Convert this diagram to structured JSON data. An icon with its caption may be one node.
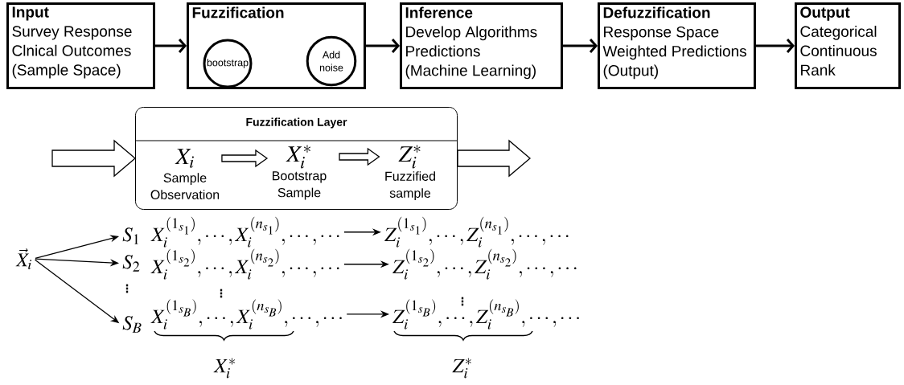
{
  "diagram": {
    "nodes": [
      {
        "text": [
          "Input",
          "Survey Response Clnical Outcomes (Sample Space)"
        ]
      },
      {
        "text": [
          "Fuzzification"
        ]
      },
      {
        "text": [
          "bootstrap"
        ],
        "in": 1
      },
      {
        "text": [
          "Add noise"
        ],
        "in": 1
      },
      {
        "text": [
          "Inference",
          "Develop Algorithms Predictions (Machine Learning)"
        ]
      },
      {
        "text": [
          "Defuzzification",
          "Response Space Weighted Predictions (Output)"
        ]
      },
      {
        "text": [
          "Output",
          "Categorical Continuous Rank"
        ]
      },
      {
        "text": [
          "Fuzzification Layer"
        ]
      },
      {
        "text": [
          "X_i"
        ],
        "beside": [
          "Sample Observation"
        ],
        "in": 7
      },
      {
        "text": [
          "X_i^*"
        ],
        "beside": [
          "Bootstrap Sample"
        ],
        "in": 7
      },
      {
        "text": [
          "Z_i^*"
        ],
        "beside": [
          "Fuzzified sample"
        ],
        "in": 7
      },
      {
        "text": [
          "\\vec{X}_i"
        ]
      },
      {
        "text": [
          "S_1"
        ]
      },
      {
        "text": [
          "S_2"
        ]
      },
      {
        "text": [
          "S_B"
        ]
      },
      {
        "text": [
          "X_i^{(1_{s_1})},\\cdots,X_i^{(n_{s_1})},\\cdots,\\cdots"
        ]
      },
      {
        "text": [
          "Z_i^{(1_{s_1})},\\cdots,Z_i^{(n_{s_1})},\\cdots,\\cdots"
        ]
      },
      {
        "text": [
          "X_i^{(1_{s_2})},\\cdots,X_i^{(n_{s_2})},\\cdots,\\cdots"
        ]
      },
      {
        "text": [
          "Z_i^{(1_{s_2})},\\cdots,Z_i^{(n_{s_2})},\\cdots,\\cdots"
        ]
      },
      {
        "text": [
          "X_i^{(1_{s_B})},\\cdots,X_i^{(n_{s_B})},\\cdots,\\cdots"
        ]
      },
      {
        "text": [
          "Z_i^{(1_{s_B})},\\cdots,Z_i^{(n_{s_B})},\\cdots,\\cdots"
        ]
      }
    ],
    "edges": [
      {
        "from": 0,
        "to": 1,
        "arrow": "to",
        "style": "thick"
      },
      {
        "from": 1,
        "to": 4,
        "arrow": "to",
        "style": "thick"
      },
      {
        "from": 4,
        "to": 5,
        "arrow": "to",
        "style": "thick"
      },
      {
        "from": 5,
        "to": 6,
        "arrow": "to",
        "style": "thick"
      },
      {
        "from": null,
        "to": 7,
        "arrow": "to"
      },
      {
        "from": 7,
        "to": null,
        "arrow": "to"
      },
      {
        "from": 8,
        "to": 9,
        "arrow": "to"
      },
      {
        "from": 9,
        "to": 10,
        "arrow": "to"
      },
      {
        "from": 11,
        "to": 12,
        "arrow": "to"
      },
      {
        "from": 11,
        "to": 13,
        "arrow": "to"
      },
      {
        "from": 11,
        "to": 14,
        "arrow": "to"
      },
      {
        "from": 15,
        "to": 16,
        "arrow": "to"
      },
      {
        "from": 17,
        "to": 18,
        "arrow": "to"
      },
      {
        "from": 19,
        "to": 20,
        "arrow": "to"
      }
    ],
    "labels": [
      "\\vdots",
      "\\vdots",
      "\\vdots",
      "X_i^*",
      "Z_i^*"
    ]
  }
}
